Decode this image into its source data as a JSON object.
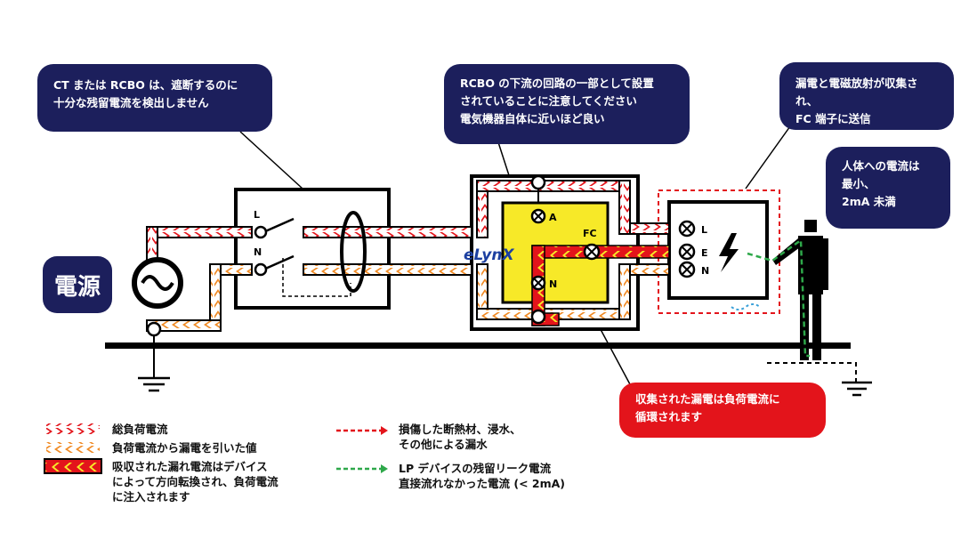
{
  "callouts": {
    "ct_rcbo": [
      "CT または RCBO は、遮断するのに",
      "十分な残留電流を検出しません"
    ],
    "rcbo_downstream": [
      "RCBO の下流の回路の一部として設置",
      "されていることに注意してください",
      "電気機器自体に近いほど良い"
    ],
    "leakage_collected": [
      "漏電と電磁放射が収集され、",
      "FC 端子に送信"
    ],
    "human_current": [
      "人体への電流は",
      "最小、",
      "2mA 未満"
    ],
    "circulated": [
      "収集された漏電は負荷電流に",
      "循環されます"
    ]
  },
  "power_source_label": "電源",
  "device_brand": "eLynX",
  "terminals": {
    "breaker_l": "L",
    "breaker_n": "N",
    "device_a": "A",
    "device_fc": "FC",
    "device_n": "N",
    "load_l": "L",
    "load_e": "E",
    "load_n": "N"
  },
  "legend": {
    "total_load_current": "総負荷電流",
    "load_minus_leak": "負荷電流から漏電を引いた値",
    "absorbed_leak": [
      "吸収された漏れ電流はデバイス",
      "によって方向転換され、負荷電流",
      "に注入されます"
    ],
    "damaged_insulation": [
      "損傷した断熱材、浸水、",
      "その他による漏水"
    ],
    "lp_residual": [
      "LP デバイスの残留リーク電流",
      "直接流れなかった電流 (< 2mA)"
    ]
  },
  "colors": {
    "navy": "#1c1f5c",
    "red": "#e3141b",
    "orange": "#f08a24",
    "yellow": "#f7e928",
    "green": "#2ea84a"
  }
}
